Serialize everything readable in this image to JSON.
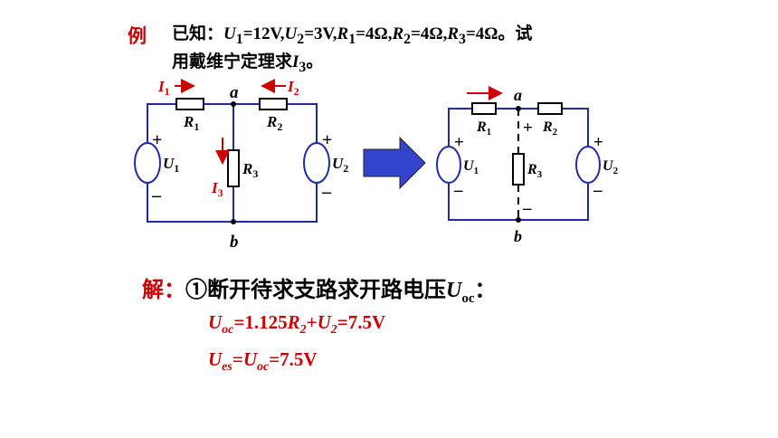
{
  "example": {
    "label": "例",
    "problem_line1_prefix": "已知：",
    "givens": {
      "U1": "12V",
      "U2": "3V",
      "R1": "4Ω",
      "R2": "4Ω",
      "R3": "4Ω"
    },
    "problem_line1_suffix": "试",
    "problem_line2": "用戴维宁定理求"
  },
  "circuit_left": {
    "node_a": "a",
    "node_b": "b",
    "I1": "I",
    "I1_sub": "1",
    "I2": "I",
    "I2_sub": "2",
    "I3": "I",
    "I3_sub": "3",
    "R1": "R",
    "R1_sub": "1",
    "R2": "R",
    "R2_sub": "2",
    "R3": "R",
    "R3_sub": "3",
    "U1": "U",
    "U1_sub": "1",
    "U2": "U",
    "U2_sub": "2",
    "plus": "+",
    "minus": "–"
  },
  "circuit_right": {
    "node_a": "a",
    "node_b": "b",
    "R1": "R",
    "R1_sub": "1",
    "R2": "R",
    "R2_sub": "2",
    "R3": "R",
    "R3_sub": "3",
    "U1": "U",
    "U1_sub": "1",
    "U2": "U",
    "U2_sub": "2",
    "plus": "+",
    "minus": "–"
  },
  "solution": {
    "label": "解：",
    "step1_text": "①断开待求支路求开路电压",
    "voc_symbol": "U",
    "voc_sub": "oc",
    "step1_tail": "：",
    "eq1": {
      "lhs": "U",
      "lhs_sub": "oc",
      "mid": "=1.125",
      "r": "R",
      "r_sub": "2",
      "plus": "+",
      "u": "U",
      "u_sub": "2",
      "rhs": "=7.5V"
    },
    "eq2": {
      "lhs": "U",
      "lhs_sub": "es",
      "eq": "=",
      "u": "U",
      "u_sub": "oc",
      "rhs": "=7.5V"
    }
  },
  "colors": {
    "wire": "#1f2aa8",
    "red": "#cc0000",
    "arrow_fill": "#3344cc"
  }
}
